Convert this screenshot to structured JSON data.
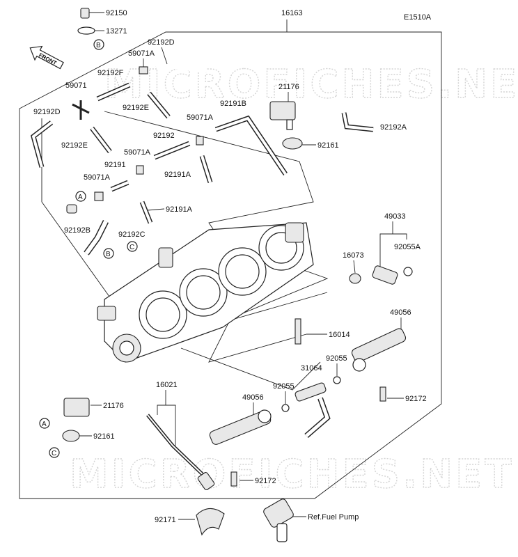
{
  "figure_code": "E1510A",
  "assembly_label": "16163",
  "watermark": "MICROFICHES.NET",
  "front_label": "FRONT",
  "ref_note": "Ref.Fuel Pump",
  "markers": {
    "a": "A",
    "b": "B",
    "c": "C"
  },
  "labels": {
    "p92150": "92150",
    "p13271": "13271",
    "p92192D_top": "92192D",
    "p59071A_1": "59071A",
    "p92192F": "92192F",
    "p59071": "59071",
    "p92192D_left": "92192D",
    "p92192E_1": "92192E",
    "p92192E_2": "92192E",
    "p21176_top": "21176",
    "p92191B": "92191B",
    "p59071A_2": "59071A",
    "p92192": "92192",
    "p59071A_3": "59071A",
    "p92191": "92191",
    "p92191A_1": "92191A",
    "p59071A_4": "59071A",
    "p92191A_2": "92191A",
    "p92192A": "92192A",
    "p92161_top": "92161",
    "p92192B": "92192B",
    "p92192C": "92192C",
    "p49033": "49033",
    "p92055A": "92055A",
    "p16073": "16073",
    "p49056_right": "49056",
    "p16014": "16014",
    "p92055_right": "92055",
    "p31064": "31064",
    "p92055_left": "92055",
    "p49056_left": "49056",
    "p16021": "16021",
    "p92172_right": "92172",
    "p21176_bottom": "21176",
    "p92161_bottom": "92161",
    "p92172_left": "92172",
    "p92171": "92171"
  }
}
